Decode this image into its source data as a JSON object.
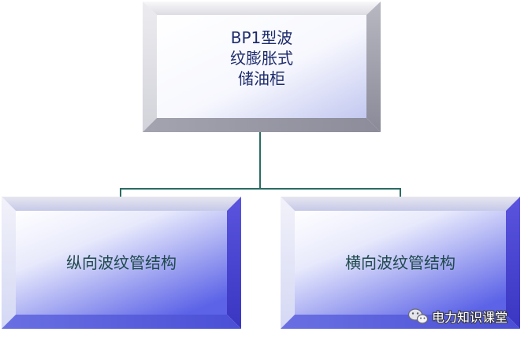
{
  "diagram": {
    "root": {
      "lines": [
        "BP1型波",
        "纹膨胀式",
        "储油柜"
      ]
    },
    "children": [
      {
        "label": "纵向波纹管结构"
      },
      {
        "label": "横向波纹管结构"
      }
    ]
  },
  "watermark": {
    "icon": "wechat-icon",
    "text": "电力知识课堂"
  },
  "colors": {
    "root_text": "#1e2c6c",
    "child_text": "#1f4a4c",
    "connector": "#2b6c62",
    "child_face_end": "#5c63e7"
  }
}
